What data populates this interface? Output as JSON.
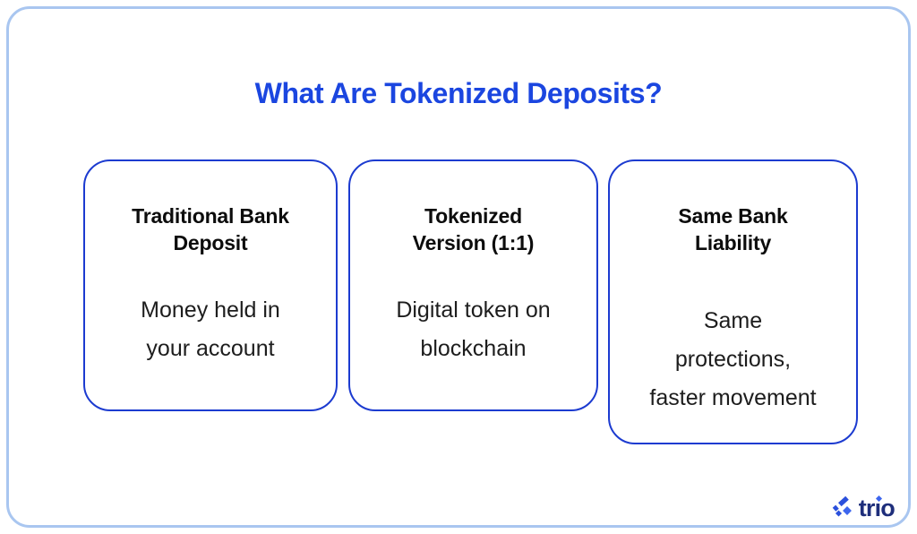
{
  "page": {
    "title": "What Are Tokenized Deposits?"
  },
  "cards": [
    {
      "title_lines": [
        "Traditional Bank",
        "Deposit"
      ],
      "body_lines": [
        "Money held in",
        "your account"
      ]
    },
    {
      "title_lines": [
        "Tokenized",
        "Version (1:1)"
      ],
      "body_lines": [
        "Digital token on",
        "blockchain"
      ]
    },
    {
      "title_lines": [
        "Same Bank",
        "Liability"
      ],
      "body_lines": [
        "Same",
        "protections,",
        "faster movement"
      ]
    }
  ],
  "footer": {
    "logo": {
      "text": "trio",
      "text_pre": "tr",
      "text_i": "ı",
      "text_post": "o"
    }
  },
  "colors": {
    "title_blue": "#1b46e0",
    "card_border": "#1c3bd0",
    "frame_border": "#a9c6f0",
    "logo_navy": "#1e2e7b",
    "logo_blue": "#2b50dc",
    "logo_accent": "#3d66ee"
  }
}
